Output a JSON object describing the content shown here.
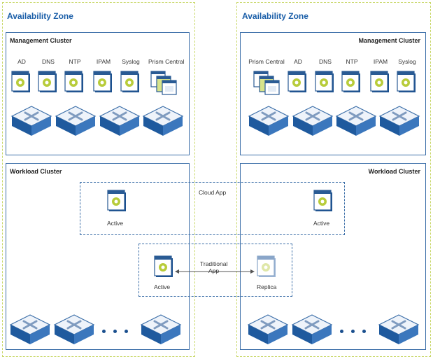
{
  "left_az": {
    "title": "Availability Zone",
    "management": {
      "title": "Management Cluster",
      "services": [
        "AD",
        "DNS",
        "NTP",
        "IPAM",
        "Syslog",
        "Prism Central"
      ]
    },
    "workload": {
      "title": "Workload Cluster"
    }
  },
  "right_az": {
    "title": "Availability Zone",
    "management": {
      "title": "Management Cluster",
      "services": [
        "Prism Central",
        "AD",
        "DNS",
        "NTP",
        "IPAM",
        "Syslog"
      ]
    },
    "workload": {
      "title": "Workload Cluster"
    }
  },
  "cloud_app": {
    "label": "Cloud App",
    "left_status": "Active",
    "right_status": "Active"
  },
  "traditional_app": {
    "label_line1": "Traditional",
    "label_line2": "App",
    "left_status": "Active",
    "right_status": "Replica"
  },
  "colors": {
    "az_border": "#c9d86a",
    "title": "#1a5ea8",
    "cluster_border": "#3b6ea8",
    "gear": "#b8cc3a"
  }
}
